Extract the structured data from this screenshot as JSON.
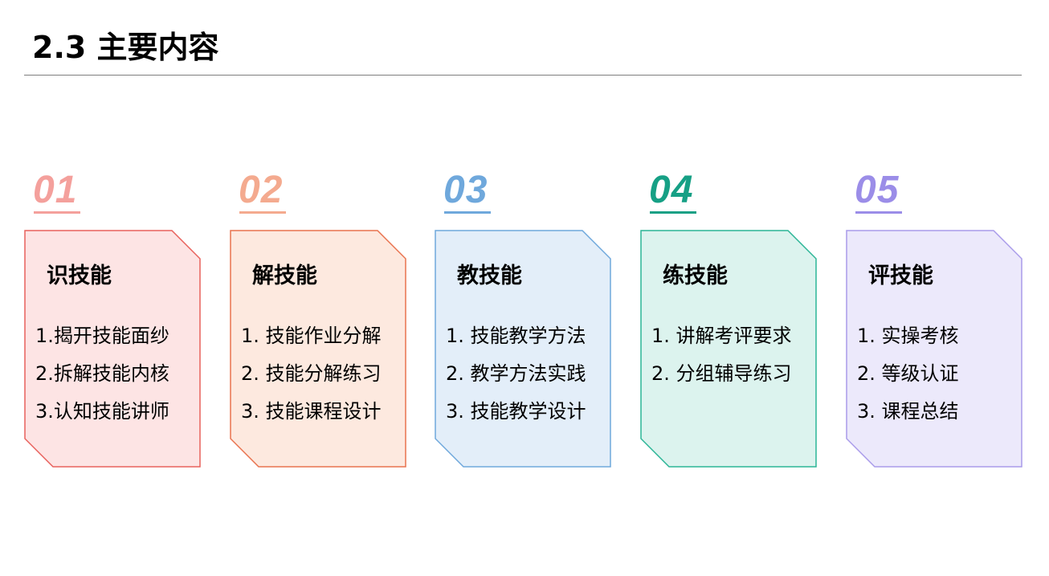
{
  "slide": {
    "title": "2.3 主要内容"
  },
  "cards": [
    {
      "number": "01",
      "title": "识技能",
      "items": [
        "1.揭开技能面纱",
        "2.拆解技能内核",
        "3.认知技能讲师"
      ],
      "accent": "#f4a09c",
      "fill": "#fde4e4",
      "border": "#e8615c"
    },
    {
      "number": "02",
      "title": "解技能",
      "items": [
        "1. 技能作业分解",
        "2. 技能分解练习",
        "3. 技能课程设计"
      ],
      "accent": "#f4aa8f",
      "fill": "#fde9df",
      "border": "#e9734f"
    },
    {
      "number": "03",
      "title": "教技能",
      "items": [
        "1. 技能教学方法",
        "2. 教学方法实践",
        "3. 技能教学设计"
      ],
      "accent": "#6fa8dc",
      "fill": "#e3eef9",
      "border": "#6fa8dc"
    },
    {
      "number": "04",
      "title": "练技能",
      "items": [
        "1. 讲解考评要求",
        "2. 分组辅导练习"
      ],
      "accent": "#16a085",
      "fill": "#dcf3ee",
      "border": "#2bb596"
    },
    {
      "number": "05",
      "title": "评技能",
      "items": [
        "1.   实操考核",
        "2.   等级认证",
        "3.   课程总结"
      ],
      "accent": "#9b8de8",
      "fill": "#ece9fb",
      "border": "#a99bea"
    }
  ]
}
